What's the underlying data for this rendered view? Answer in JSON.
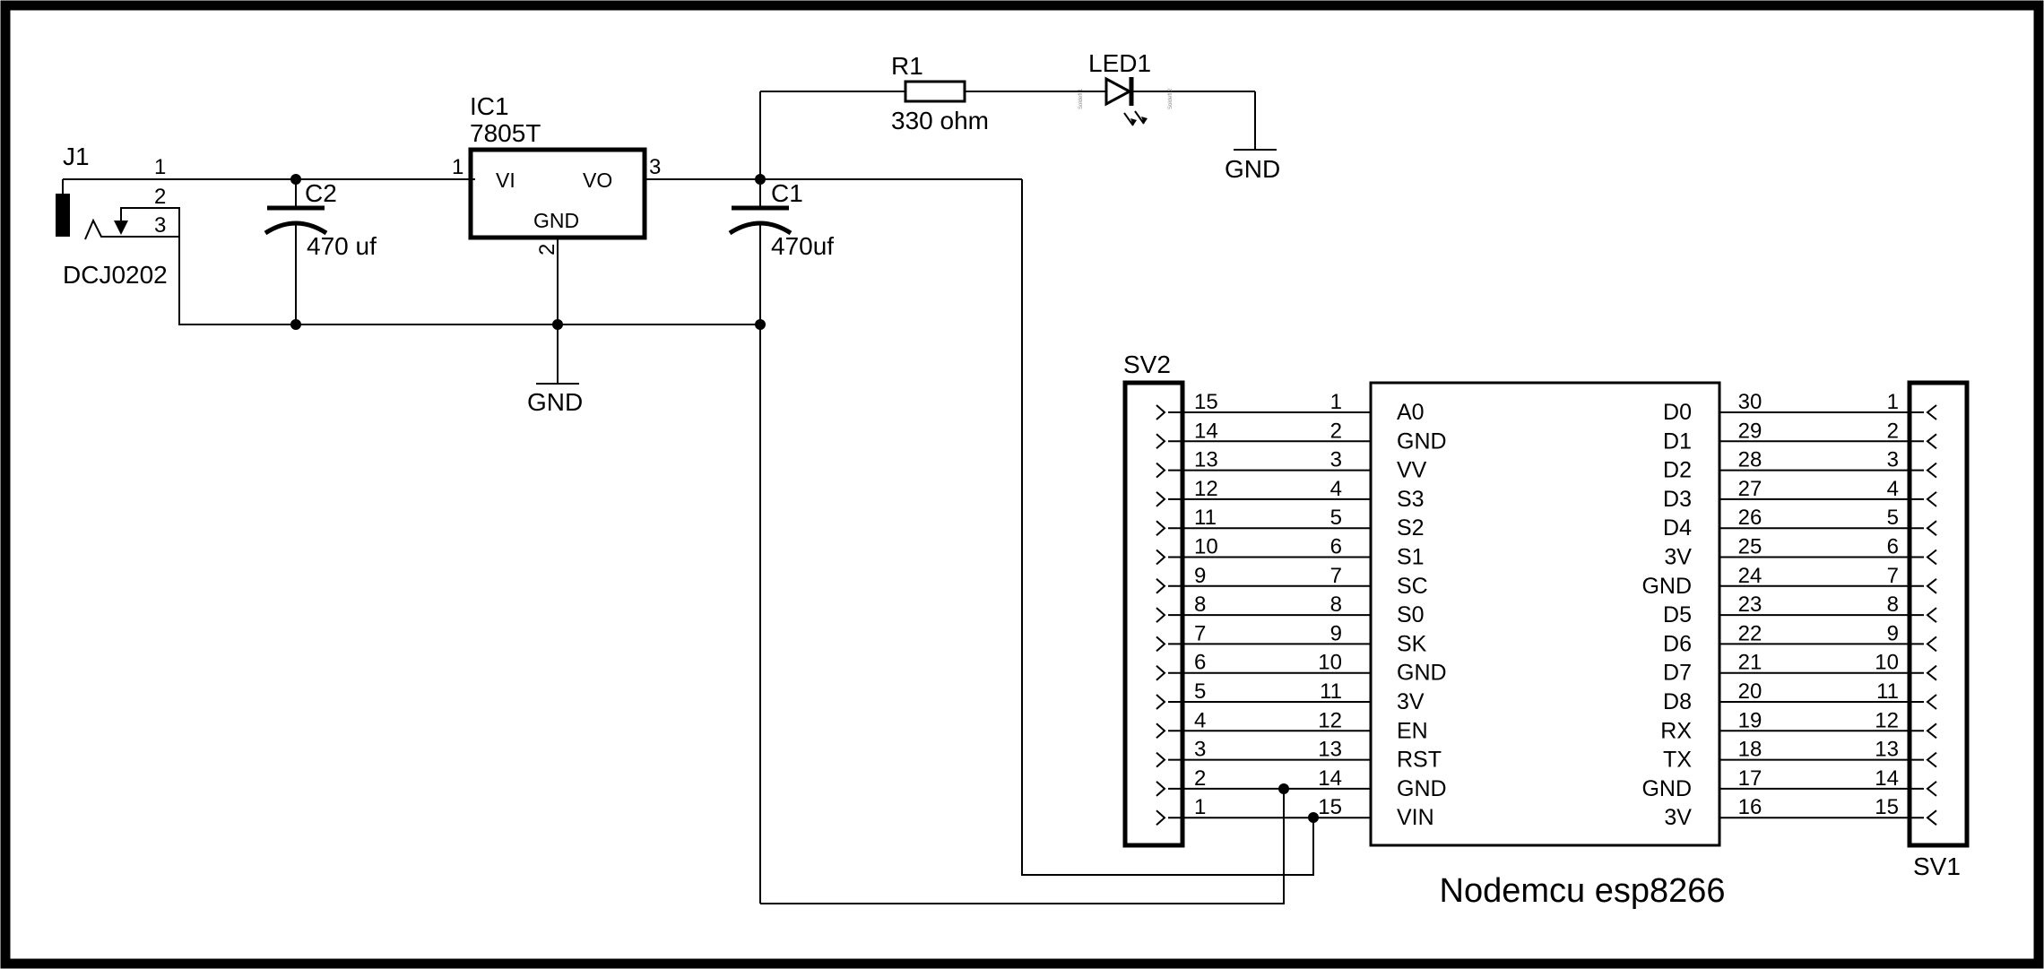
{
  "title": "Nodemcu esp8266",
  "components": {
    "j1": {
      "ref": "J1",
      "part": "DCJ0202",
      "pins": [
        "1",
        "2",
        "3"
      ]
    },
    "c2": {
      "ref": "C2",
      "value": "470 uf"
    },
    "ic1": {
      "ref": "IC1",
      "part": "7805T",
      "vi": "VI",
      "vo": "VO",
      "gnd": "GND",
      "pin1": "1",
      "pin2": "2",
      "pin3": "3"
    },
    "c1": {
      "ref": "C1",
      "value": "470uf"
    },
    "r1": {
      "ref": "R1",
      "value": "330 ohm"
    },
    "led1": {
      "ref": "LED1",
      "pad1": "Soldefl 1",
      "pad2": "Soldefl 2"
    },
    "gnd_label": "GND",
    "sv2": {
      "ref": "SV2"
    },
    "sv1": {
      "ref": "SV1"
    }
  },
  "nodemcu": {
    "left_pins": [
      {
        "name": "A0",
        "num": "1",
        "header": "15"
      },
      {
        "name": "GND",
        "num": "2",
        "header": "14"
      },
      {
        "name": "VV",
        "num": "3",
        "header": "13"
      },
      {
        "name": "S3",
        "num": "4",
        "header": "12"
      },
      {
        "name": "S2",
        "num": "5",
        "header": "11"
      },
      {
        "name": "S1",
        "num": "6",
        "header": "10"
      },
      {
        "name": "SC",
        "num": "7",
        "header": "9"
      },
      {
        "name": "S0",
        "num": "8",
        "header": "8"
      },
      {
        "name": "SK",
        "num": "9",
        "header": "7"
      },
      {
        "name": "GND",
        "num": "10",
        "header": "6"
      },
      {
        "name": "3V",
        "num": "11",
        "header": "5"
      },
      {
        "name": "EN",
        "num": "12",
        "header": "4"
      },
      {
        "name": "RST",
        "num": "13",
        "header": "3"
      },
      {
        "name": "GND",
        "num": "14",
        "header": "2"
      },
      {
        "name": "VIN",
        "num": "15",
        "header": "1"
      }
    ],
    "right_pins": [
      {
        "name": "D0",
        "num": "30",
        "header": "1"
      },
      {
        "name": "D1",
        "num": "29",
        "header": "2"
      },
      {
        "name": "D2",
        "num": "28",
        "header": "3"
      },
      {
        "name": "D3",
        "num": "27",
        "header": "4"
      },
      {
        "name": "D4",
        "num": "26",
        "header": "5"
      },
      {
        "name": "3V",
        "num": "25",
        "header": "6"
      },
      {
        "name": "GND",
        "num": "24",
        "header": "7"
      },
      {
        "name": "D5",
        "num": "23",
        "header": "8"
      },
      {
        "name": "D6",
        "num": "22",
        "header": "9"
      },
      {
        "name": "D7",
        "num": "21",
        "header": "10"
      },
      {
        "name": "D8",
        "num": "20",
        "header": "11"
      },
      {
        "name": "RX",
        "num": "19",
        "header": "12"
      },
      {
        "name": "TX",
        "num": "18",
        "header": "13"
      },
      {
        "name": "GND",
        "num": "17",
        "header": "14"
      },
      {
        "name": "3V",
        "num": "16",
        "header": "15"
      }
    ]
  }
}
